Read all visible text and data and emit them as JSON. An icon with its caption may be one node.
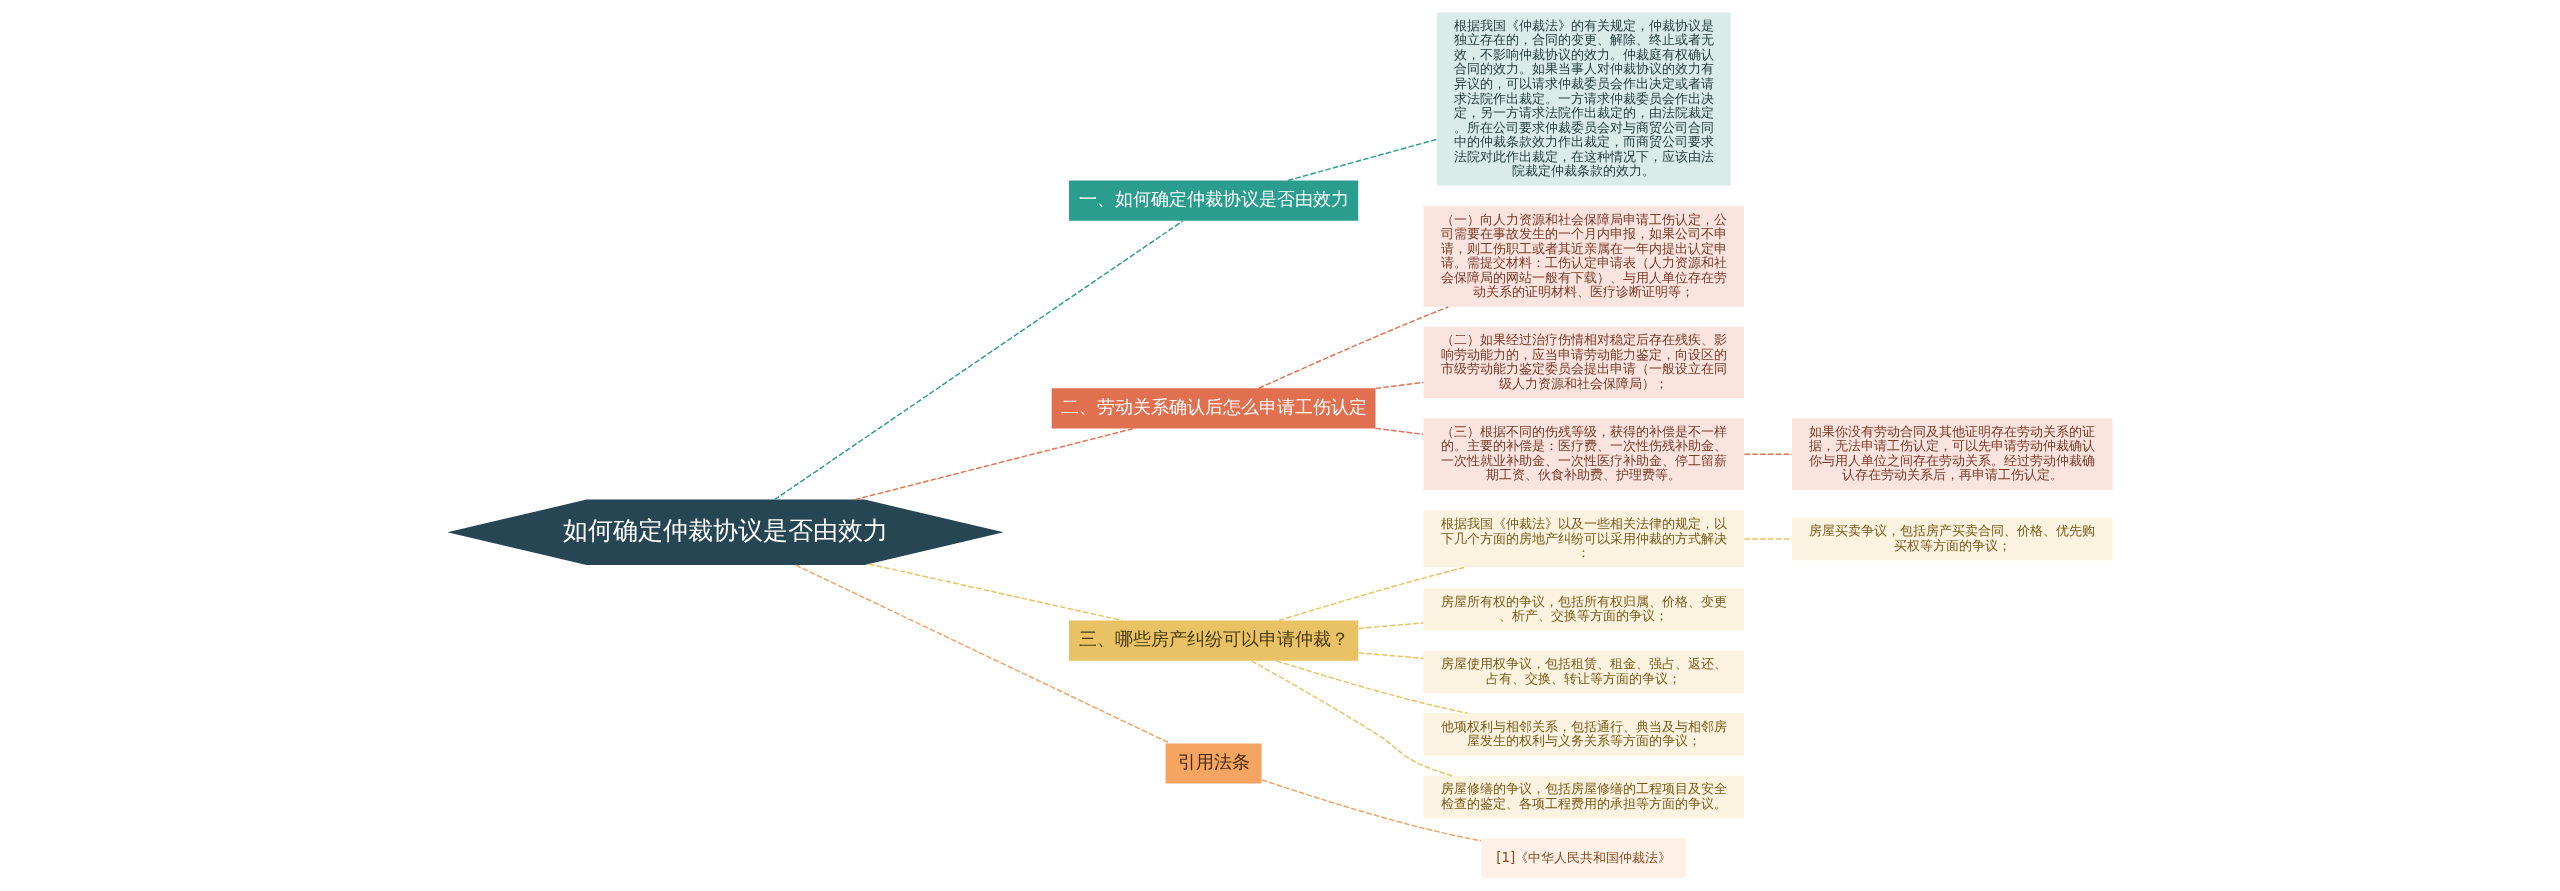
{
  "diagram": {
    "nodes": [
      {
        "text": [
          "如何确定仲裁协议是否由效力"
        ]
      },
      {
        "text": [
          "一、如何确定仲裁协议是否由效力"
        ]
      },
      {
        "text": [
          "根据我国《仲裁法》的有关规定，仲裁协议是独立存在的，合同的变更、解除、终止或者无效，不影响仲裁协议的效力。仲裁庭有权确认合同的效力。如果当事人对仲裁协议的效力有异议的，可以请求仲裁委员会作出决定或者请求法院作出裁定。一方请求仲裁委员会作出决定，另一方请求法院作出裁定的，由法院裁定。所在公司要求仲裁委员会对与商贸公司合同中的仲裁条款效力作出裁定，而商贸公司要求法院对此作出裁定，在这种情况下，应该由法院裁定仲裁条款的效力。"
        ]
      },
      {
        "text": [
          "二、劳动关系确认后怎么申请工伤认定"
        ]
      },
      {
        "text": [
          "（一）向人力资源和社会保障局申请工伤认定，公司需要在事故发生的一个月内申报，如果公司不申请，则工伤职工或者其近亲属在一年内提出认定申请。需提交材料：工伤认定申请表（人力资源和社会保障局的网站一般有下载）、与用人单位存在劳动关系的证明材料、医疗诊断证明等；"
        ]
      },
      {
        "text": [
          "（二）如果经过治疗伤情相对稳定后存在残疾、影响劳动能力的，应当申请劳动能力鉴定，向设区的市级劳动能力鉴定委员会提出申请（一般设立在同级人力资源和社会保障局）；"
        ]
      },
      {
        "text": [
          "（三）根据不同的伤残等级，获得的补偿是不一样的。主要的补偿是：医疗费、一次性伤残补助金、一次性就业补助金、一次性医疗补助金、停工留薪期工资、伙食补助费、护理费等。"
        ]
      },
      {
        "text": [
          "如果你没有劳动合同及其他证明存在劳动关系的证据，无法申请工伤认定，可以先申请劳动仲裁确认你与用人单位之间存在劳动关系。经过劳动仲裁确认存在劳动关系后，再申请工伤认定。"
        ]
      },
      {
        "text": [
          "三、哪些房产纠纷可以申请仲裁？"
        ]
      },
      {
        "text": [
          "根据我国《仲裁法》以及一些相关法律的规定，以下几个方面的房地产纠纷可以采用仲裁的方式解决："
        ]
      },
      {
        "text": [
          "房屋买卖争议，包括房产买卖合同、价格、优先购买权等方面的争议；"
        ]
      },
      {
        "text": [
          "房屋所有权的争议，包括所有权归属、价格、变更、析产、交换等方面的争议；"
        ]
      },
      {
        "text": [
          "房屋使用权争议，包括租赁、租金、强占、返还、占有、交换、转让等方面的争议；"
        ]
      },
      {
        "text": [
          "他项权利与相邻关系，包括通行、典当及与相邻房屋发生的权利与义务关系等方面的争议；"
        ]
      },
      {
        "text": [
          "房屋修缮的争议，包括房屋修缮的工程项目及安全检查的鉴定、各项工程费用的承担等方面的争议。"
        ]
      },
      {
        "text": [
          "引用法条"
        ]
      },
      {
        "text": [
          "[1]《中华人民共和国仲裁法》"
        ]
      }
    ],
    "edges": [
      {
        "from": 0,
        "to": 1,
        "arrow": "none",
        "style": "dashed",
        "color": "#2a9d8f"
      },
      {
        "from": 1,
        "to": 2,
        "arrow": "none",
        "style": "dashed",
        "color": "#2a9d8f"
      },
      {
        "from": 0,
        "to": 3,
        "arrow": "none",
        "style": "dashed",
        "color": "#e07050"
      },
      {
        "from": 3,
        "to": 4,
        "arrow": "none",
        "style": "dashed",
        "color": "#e07050"
      },
      {
        "from": 3,
        "to": 5,
        "arrow": "none",
        "style": "dashed",
        "color": "#e07050"
      },
      {
        "from": 3,
        "to": 6,
        "arrow": "none",
        "style": "dashed",
        "color": "#e07050"
      },
      {
        "from": 6,
        "to": 7,
        "arrow": "none",
        "style": "dashed",
        "color": "#e07050"
      },
      {
        "from": 0,
        "to": 8,
        "arrow": "none",
        "style": "dashed",
        "color": "#e8c264"
      },
      {
        "from": 8,
        "to": 9,
        "arrow": "none",
        "style": "dashed",
        "color": "#e8c264"
      },
      {
        "from": 9,
        "to": 10,
        "arrow": "none",
        "style": "dashed",
        "color": "#e8c264"
      },
      {
        "from": 8,
        "to": 11,
        "arrow": "none",
        "style": "dashed",
        "color": "#e8c264"
      },
      {
        "from": 8,
        "to": 12,
        "arrow": "none",
        "style": "dashed",
        "color": "#e8c264"
      },
      {
        "from": 8,
        "to": 13,
        "arrow": "none",
        "style": "dashed",
        "color": "#e8c264"
      },
      {
        "from": 8,
        "to": 14,
        "arrow": "none",
        "style": "dashed",
        "color": "#e8c264"
      },
      {
        "from": 0,
        "to": 15,
        "arrow": "none",
        "style": "dashed",
        "color": "#f0a060"
      },
      {
        "from": 15,
        "to": 16,
        "arrow": "none",
        "style": "dashed",
        "color": "#f0a060"
      }
    ]
  }
}
